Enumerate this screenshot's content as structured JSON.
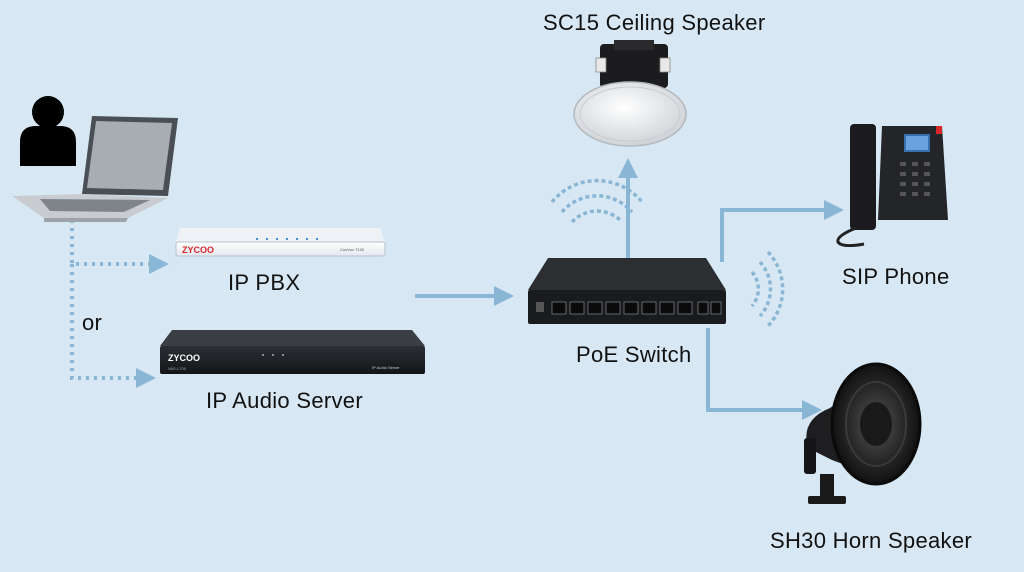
{
  "labels": {
    "ceiling_speaker": "SC15 Ceiling Speaker",
    "ip_pbx": "IP PBX",
    "or": "or",
    "ip_audio_server": "IP Audio Server",
    "poe_switch": "PoE Switch",
    "sip_phone": "SIP Phone",
    "horn_speaker": "SH30 Horn Speaker"
  },
  "device_marks": {
    "brand": "ZYCOO",
    "pbx_model": "CooVox T100",
    "server_model": "IP Audio Server",
    "server_tag": "VAS-L700"
  },
  "colors": {
    "background": "#d7e8f4",
    "connector": "#8ab6d6",
    "brand_red": "#d8262b"
  }
}
